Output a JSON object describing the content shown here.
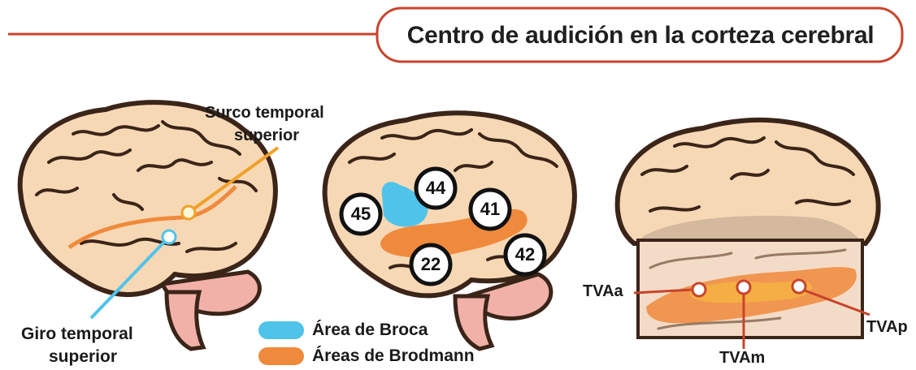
{
  "title": "Centro de audición en la corteza cerebral",
  "colors": {
    "accent_red": "#c8442b",
    "brain_fill": "#f7d8b5",
    "brain_outline": "#3b2418",
    "blue": "#4fc3ea",
    "orange": "#ef8a3c",
    "pink": "#f1b1a8"
  },
  "brain1": {
    "label_sulcus": [
      "Surco temporal",
      "superior"
    ],
    "label_gyrus": [
      "Giro temporal",
      "superior"
    ]
  },
  "brain2": {
    "areas": [
      "45",
      "44",
      "41",
      "22",
      "42"
    ],
    "legend": [
      {
        "label": "Área de Broca",
        "color": "#4fc3ea"
      },
      {
        "label": "Áreas de Brodmann",
        "color": "#ef8a3c"
      }
    ]
  },
  "brain3": {
    "labels": [
      "TVAa",
      "TVAm",
      "TVAp"
    ]
  }
}
